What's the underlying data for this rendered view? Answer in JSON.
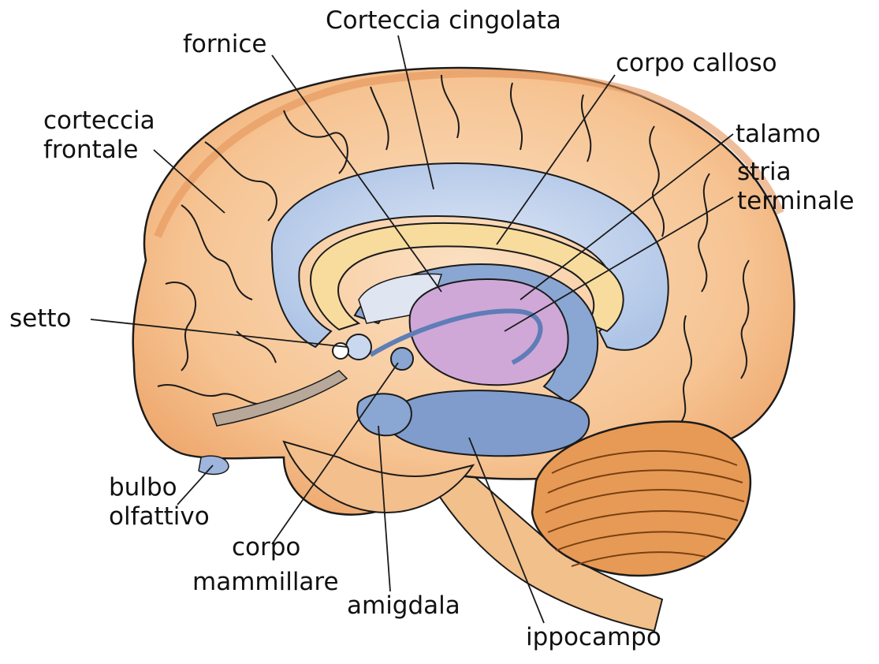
{
  "labels": {
    "corteccia_cingolata": "Corteccia cingolata",
    "fornice": "fornice",
    "corpo_calloso": "corpo calloso",
    "corteccia_frontale_1": "corteccia",
    "corteccia_frontale_2": "frontale",
    "talamo": "talamo",
    "stria_terminale_1": "stria",
    "stria_terminale_2": "terminale",
    "setto": "setto",
    "bulbo_olfattivo_1": "bulbo",
    "bulbo_olfattivo_2": "olfattivo",
    "corpo_mammillare_1": "corpo",
    "corpo_mammillare_2": "mammillare",
    "amigdala": "amigdala",
    "ippocampo": "ippocampo"
  },
  "colors": {
    "cortex": "#f6c493",
    "cortex_edge": "#e8a06a",
    "cingulate": "#c9d8ee",
    "corpus_callosum": "#f8dc9e",
    "limbic_blue": "#7f9ccc",
    "thalamus": "#cfa8d8",
    "cerebellum": "#e79a55",
    "outline": "#1b1b1b"
  }
}
